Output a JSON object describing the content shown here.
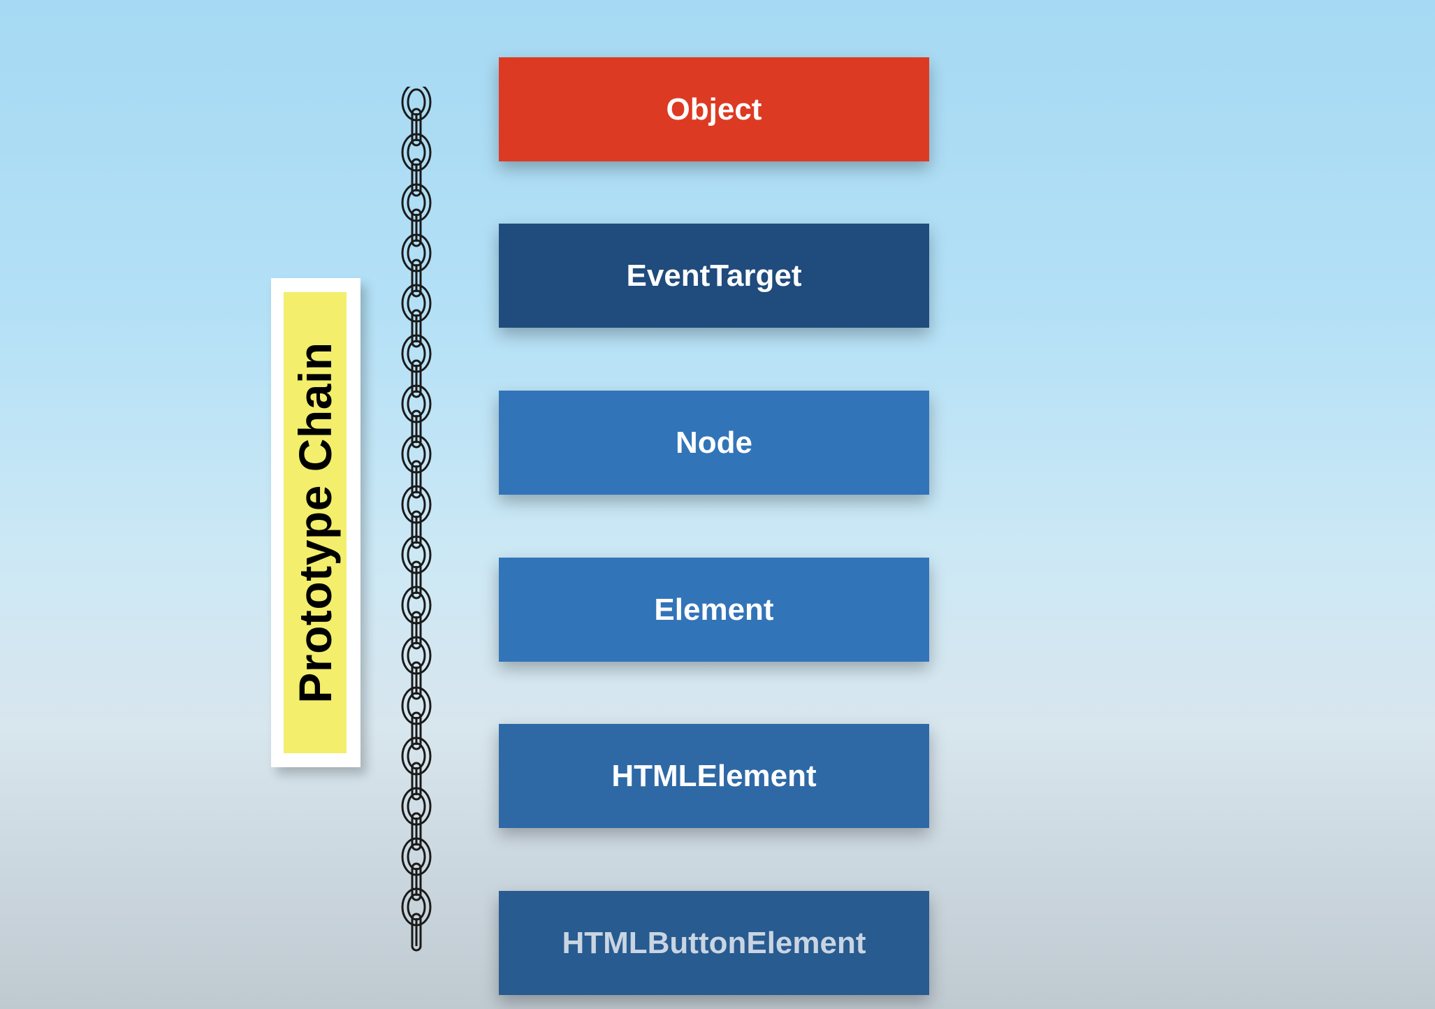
{
  "label": {
    "text": "Prototype Chain"
  },
  "chain": {
    "icon": "chain-icon"
  },
  "boxes": [
    {
      "label": "Object",
      "color": "#dd3a23"
    },
    {
      "label": "EventTarget",
      "color": "#1f4b7d"
    },
    {
      "label": "Node",
      "color": "#3274b8"
    },
    {
      "label": "Element",
      "color": "#3274b8"
    },
    {
      "label": "HTMLElement",
      "color": "#2e69a6"
    },
    {
      "label": "HTMLButtonElement",
      "color": "#285b8f"
    }
  ]
}
